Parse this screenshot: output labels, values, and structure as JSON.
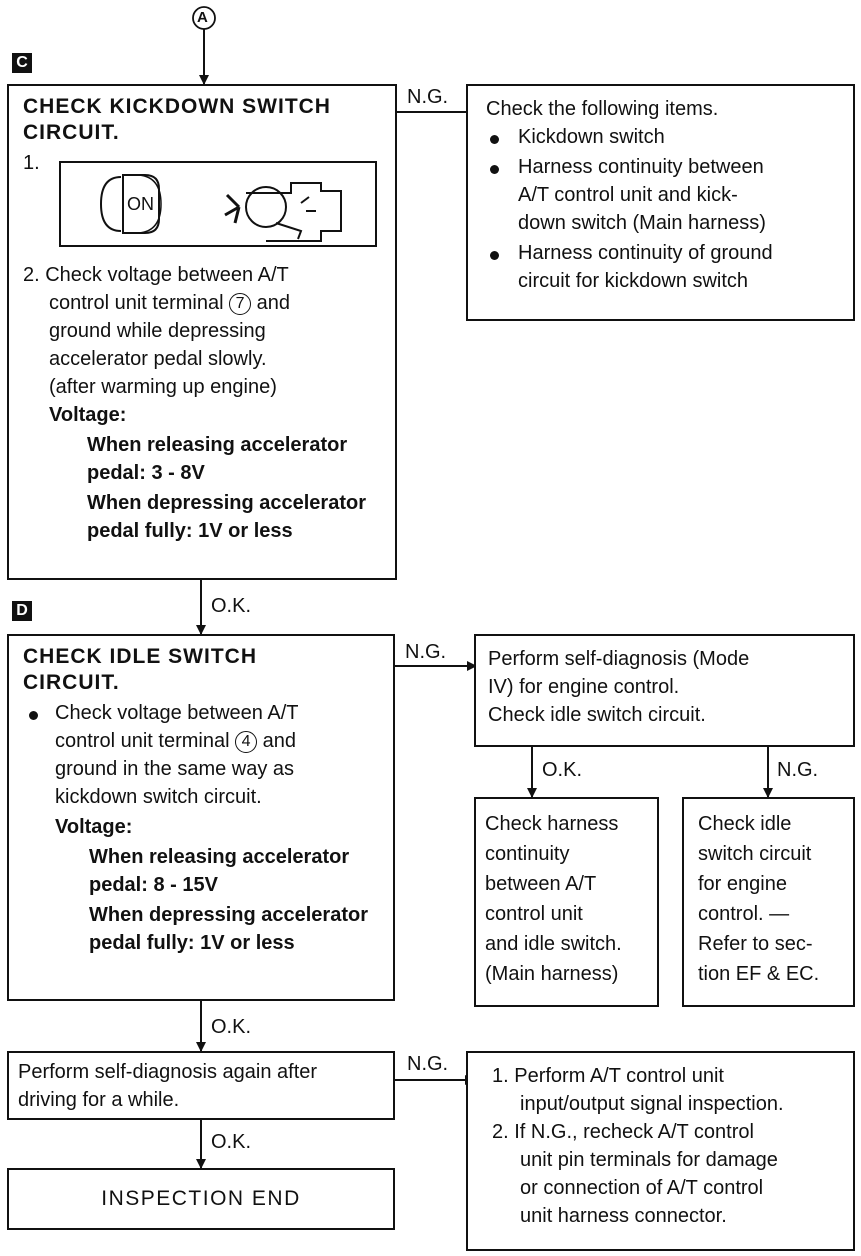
{
  "connector": "A",
  "section_c": "C",
  "section_d": "D",
  "kickdown": {
    "heading1": "CHECK KICKDOWN SWITCH",
    "heading2": "CIRCUIT.",
    "step1": "1.",
    "ign_label": "ON",
    "step2_lines": [
      "2. Check voltage between A/T",
      "control unit terminal",
      "and",
      "ground while depressing",
      "accelerator pedal slowly.",
      "(after warming up engine)"
    ],
    "terminal": "7",
    "voltage_label": "Voltage:",
    "spec_lines": [
      "When releasing accelerator",
      "pedal:  3 - 8V",
      "When depressing accelerator",
      "pedal fully:  1V or less"
    ]
  },
  "kickdown_ng": {
    "intro": "Check the following items.",
    "items": [
      "Kickdown switch",
      "Harness continuity between",
      "A/T control unit and kick-",
      "down switch (Main harness)",
      "Harness continuity of ground",
      "circuit for kickdown switch"
    ]
  },
  "idle": {
    "heading1": "CHECK IDLE SWITCH",
    "heading2": "CIRCUIT.",
    "lines": [
      "Check voltage between A/T",
      "control unit terminal",
      "and",
      "ground in the same way as",
      "kickdown switch circuit."
    ],
    "terminal": "4",
    "voltage_label": "Voltage:",
    "spec_lines": [
      "When releasing accelerator",
      "pedal:  8 - 15V",
      "When depressing accelerator",
      "pedal fully:  1V or less"
    ]
  },
  "idle_ng": {
    "lines": [
      "Perform self-diagnosis (Mode",
      "IV) for engine control.",
      "Check idle switch circuit."
    ]
  },
  "idle_ng_ok": {
    "lines": [
      "Check harness",
      "continuity",
      "between A/T",
      "control unit",
      "and idle switch.",
      "(Main harness)"
    ]
  },
  "idle_ng_ng": {
    "lines": [
      "Check idle",
      "switch circuit",
      "for engine",
      "control.  —",
      "Refer to sec-",
      "tion EF & EC."
    ]
  },
  "selfdiag": {
    "lines": [
      "Perform self-diagnosis again after",
      "driving for a while."
    ]
  },
  "selfdiag_ng": {
    "lines": [
      "1.  Perform A/T control unit",
      "input/output signal inspection.",
      "2.  If N.G., recheck A/T control",
      "unit pin terminals for damage",
      "or connection of A/T control",
      "unit harness connector."
    ]
  },
  "end": {
    "label": "INSPECTION END"
  },
  "flow_labels": {
    "ng": "N.G.",
    "ok": "O.K."
  }
}
